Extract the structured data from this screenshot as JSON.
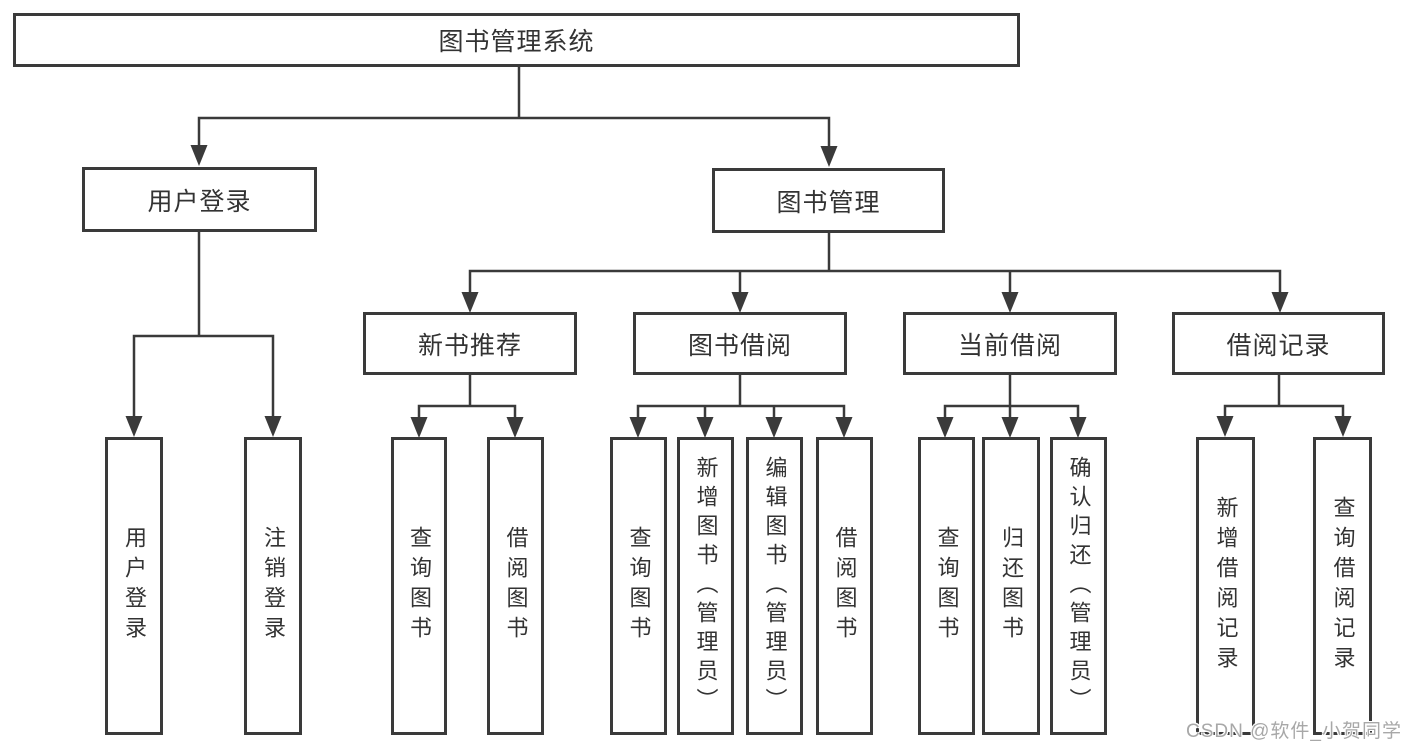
{
  "diagram": {
    "type": "hierarchy",
    "title": "图书管理系统",
    "structure": {
      "图书管理系统": {
        "用户登录": [
          "用户登录",
          "注销登录"
        ],
        "图书管理": {
          "新书推荐": [
            "查询图书",
            "借阅图书"
          ],
          "图书借阅": [
            "查询图书",
            "新增图书（管理员）",
            "编辑图书（管理员）",
            "借阅图书"
          ],
          "当前借阅": [
            "查询图书",
            "归还图书",
            "确认归还（管理员）"
          ],
          "借阅记录": [
            "新增借阅记录",
            "查询借阅记录"
          ]
        }
      }
    }
  },
  "nodes": {
    "root": {
      "label": "图书管理系统"
    },
    "user_login": {
      "label": "用户登录"
    },
    "book_management": {
      "label": "图书管理"
    },
    "new_book_recommend": {
      "label": "新书推荐"
    },
    "book_borrowing": {
      "label": "图书借阅"
    },
    "current_borrowing": {
      "label": "当前借阅"
    },
    "borrowing_records": {
      "label": "借阅记录"
    },
    "leaf_user_login": {
      "label": "用户登录"
    },
    "leaf_logout": {
      "label": "注销登录"
    },
    "leaf_nb_query": {
      "label": "查询图书"
    },
    "leaf_nb_borrow": {
      "label": "借阅图书"
    },
    "leaf_bb_query": {
      "label": "查询图书"
    },
    "leaf_bb_add": {
      "label": "新增图书（管理员）"
    },
    "leaf_bb_edit": {
      "label": "编辑图书（管理员）"
    },
    "leaf_bb_borrow": {
      "label": "借阅图书"
    },
    "leaf_cb_query": {
      "label": "查询图书"
    },
    "leaf_cb_return": {
      "label": "归还图书"
    },
    "leaf_cb_confirm": {
      "label": "确认归还（管理员）"
    },
    "leaf_br_add": {
      "label": "新增借阅记录"
    },
    "leaf_br_query": {
      "label": "查询借阅记录"
    }
  },
  "watermark": {
    "text": "CSDN @软件_小贺同学"
  },
  "colors": {
    "line": "#3a3a3a",
    "text": "#333333",
    "watermark": "#a8a8a8",
    "background": "#ffffff"
  }
}
